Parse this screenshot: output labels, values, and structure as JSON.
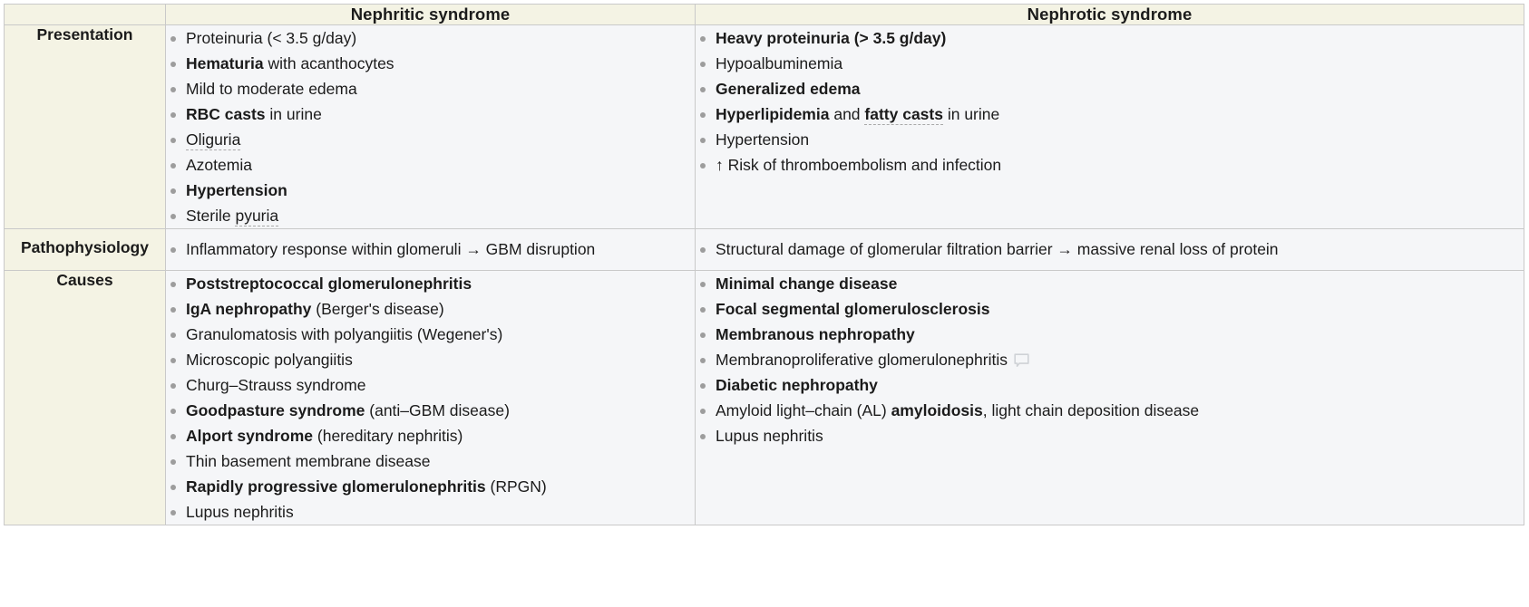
{
  "table": {
    "corner_label": "",
    "columns": [
      {
        "key": "nephritic",
        "header": "Nephritic syndrome"
      },
      {
        "key": "nephrotic",
        "header": "Nephrotic syndrome"
      }
    ],
    "rows": [
      {
        "label": "Presentation",
        "nephritic": [
          {
            "parts": [
              {
                "t": "Proteinuria (< 3.5 g/day)",
                "b": false
              }
            ]
          },
          {
            "parts": [
              {
                "t": "Hematuria",
                "b": true
              },
              {
                "t": " with acanthocytes",
                "b": false
              }
            ]
          },
          {
            "parts": [
              {
                "t": "Mild to moderate edema",
                "b": false
              }
            ]
          },
          {
            "parts": [
              {
                "t": "RBC casts",
                "b": true
              },
              {
                "t": " in urine",
                "b": false
              }
            ]
          },
          {
            "parts": [
              {
                "t": "Oliguria",
                "b": false,
                "gloss": true
              }
            ]
          },
          {
            "parts": [
              {
                "t": "Azotemia",
                "b": false
              }
            ]
          },
          {
            "parts": [
              {
                "t": "Hypertension",
                "b": true
              }
            ]
          },
          {
            "parts": [
              {
                "t": "Sterile ",
                "b": false
              },
              {
                "t": "pyuria",
                "b": false,
                "gloss": true
              }
            ]
          }
        ],
        "nephrotic": [
          {
            "parts": [
              {
                "t": "Heavy proteinuria (> 3.5 g/day)",
                "b": true
              }
            ]
          },
          {
            "parts": [
              {
                "t": "Hypoalbuminemia",
                "b": false
              }
            ]
          },
          {
            "parts": [
              {
                "t": "Generalized edema",
                "b": true
              }
            ]
          },
          {
            "parts": [
              {
                "t": "Hyperlipidemia",
                "b": true
              },
              {
                "t": " and ",
                "b": false
              },
              {
                "t": "fatty casts",
                "b": true,
                "gloss": true
              },
              {
                "t": " in urine",
                "b": false
              }
            ]
          },
          {
            "parts": [
              {
                "t": "Hypertension",
                "b": false
              }
            ]
          },
          {
            "parts": [
              {
                "t": "↑ Risk of thromboembolism and infection",
                "b": false
              }
            ]
          }
        ]
      },
      {
        "label": "Pathophysiology",
        "nephritic": [
          {
            "parts": [
              {
                "t": "Inflammatory response within glomeruli → GBM disruption",
                "b": false
              }
            ]
          }
        ],
        "nephrotic": [
          {
            "parts": [
              {
                "t": "Structural damage of glomerular filtration barrier → massive renal loss of protein",
                "b": false
              }
            ]
          }
        ]
      },
      {
        "label": "Causes",
        "nephritic": [
          {
            "parts": [
              {
                "t": "Poststreptococcal glomerulonephritis",
                "b": true
              }
            ]
          },
          {
            "parts": [
              {
                "t": "IgA nephropathy",
                "b": true
              },
              {
                "t": " (Berger's disease)",
                "b": false
              }
            ]
          },
          {
            "parts": [
              {
                "t": "Granulomatosis with polyangiitis (Wegener's)",
                "b": false
              }
            ]
          },
          {
            "parts": [
              {
                "t": "Microscopic polyangiitis",
                "b": false
              }
            ]
          },
          {
            "parts": [
              {
                "t": "Churg–Strauss syndrome",
                "b": false
              }
            ]
          },
          {
            "parts": [
              {
                "t": "Goodpasture syndrome",
                "b": true
              },
              {
                "t": " (anti–GBM disease)",
                "b": false
              }
            ]
          },
          {
            "parts": [
              {
                "t": "Alport syndrome",
                "b": true
              },
              {
                "t": " (hereditary nephritis)",
                "b": false
              }
            ]
          },
          {
            "parts": [
              {
                "t": "Thin basement membrane disease",
                "b": false
              }
            ]
          },
          {
            "parts": [
              {
                "t": "Rapidly progressive glomerulonephritis",
                "b": true
              },
              {
                "t": " (RPGN)",
                "b": false
              }
            ]
          },
          {
            "parts": [
              {
                "t": "Lupus nephritis",
                "b": false
              }
            ]
          }
        ],
        "nephrotic": [
          {
            "parts": [
              {
                "t": "Minimal change disease",
                "b": true
              }
            ]
          },
          {
            "parts": [
              {
                "t": "Focal segmental glomerulosclerosis",
                "b": true
              }
            ]
          },
          {
            "parts": [
              {
                "t": "Membranous nephropathy",
                "b": true
              }
            ]
          },
          {
            "parts": [
              {
                "t": "Membranoproliferative glomerulonephritis",
                "b": false
              }
            ],
            "icon": "comment-note-icon"
          },
          {
            "parts": [
              {
                "t": "Diabetic nephropathy",
                "b": true
              }
            ]
          },
          {
            "parts": [
              {
                "t": "Amyloid light–chain (AL) ",
                "b": false
              },
              {
                "t": "amyloidosis",
                "b": true
              },
              {
                "t": ", light chain deposition disease",
                "b": false
              }
            ]
          },
          {
            "parts": [
              {
                "t": "Lupus nephritis",
                "b": false
              }
            ]
          }
        ]
      }
    ]
  },
  "colors": {
    "header_bg": "#f4f3e4",
    "body_bg": "#f5f6f8",
    "border": "#c9c9c9",
    "bullet": "#9d9d9d",
    "text": "#1b1b1b",
    "gloss_underline": "#a9a9a9",
    "icon": "#cfd2d6"
  }
}
